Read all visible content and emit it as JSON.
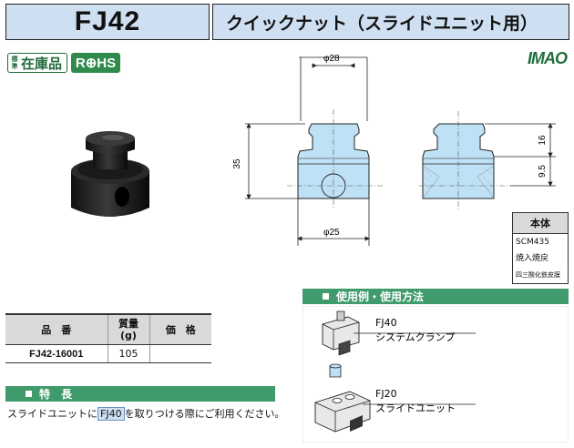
{
  "header": {
    "code": "FJ42",
    "title": "クイックナット（スライドユニット用）"
  },
  "badges": {
    "stock_small": "標準",
    "stock_big": "在庫品",
    "rohs": "R⊕HS"
  },
  "logo": "IMAO",
  "drawing": {
    "dim_top_diameter": "φ28",
    "dim_bottom_diameter": "φ25",
    "dim_height": "35",
    "dim_upper": "16",
    "dim_lower": "9.5"
  },
  "material": {
    "header": "本体",
    "line1": "SCM435",
    "line2": "焼入焼戻",
    "line3": "四三酸化鉄皮膜"
  },
  "spec_table": {
    "headers": {
      "part_no": "品　番",
      "mass": "質量\n(g)",
      "price": "価　格"
    },
    "rows": [
      {
        "part_no": "FJ42-16001",
        "mass": "105",
        "price": ""
      }
    ]
  },
  "features": {
    "title": "特　長",
    "text_before": "スライドユニットに",
    "text_highlight": "FJ40",
    "text_after": "を取りつける際にご利用ください。"
  },
  "usage": {
    "title": "使用例・使用方法",
    "label1_code": "FJ40",
    "label1_name": "システムクランプ",
    "label2_code": "FJ20",
    "label2_name": "スライドユニット"
  },
  "colors": {
    "header_bg": "#cfdff2",
    "accent_green": "#3f9b6b",
    "part_blue": "#bfe1f5"
  }
}
